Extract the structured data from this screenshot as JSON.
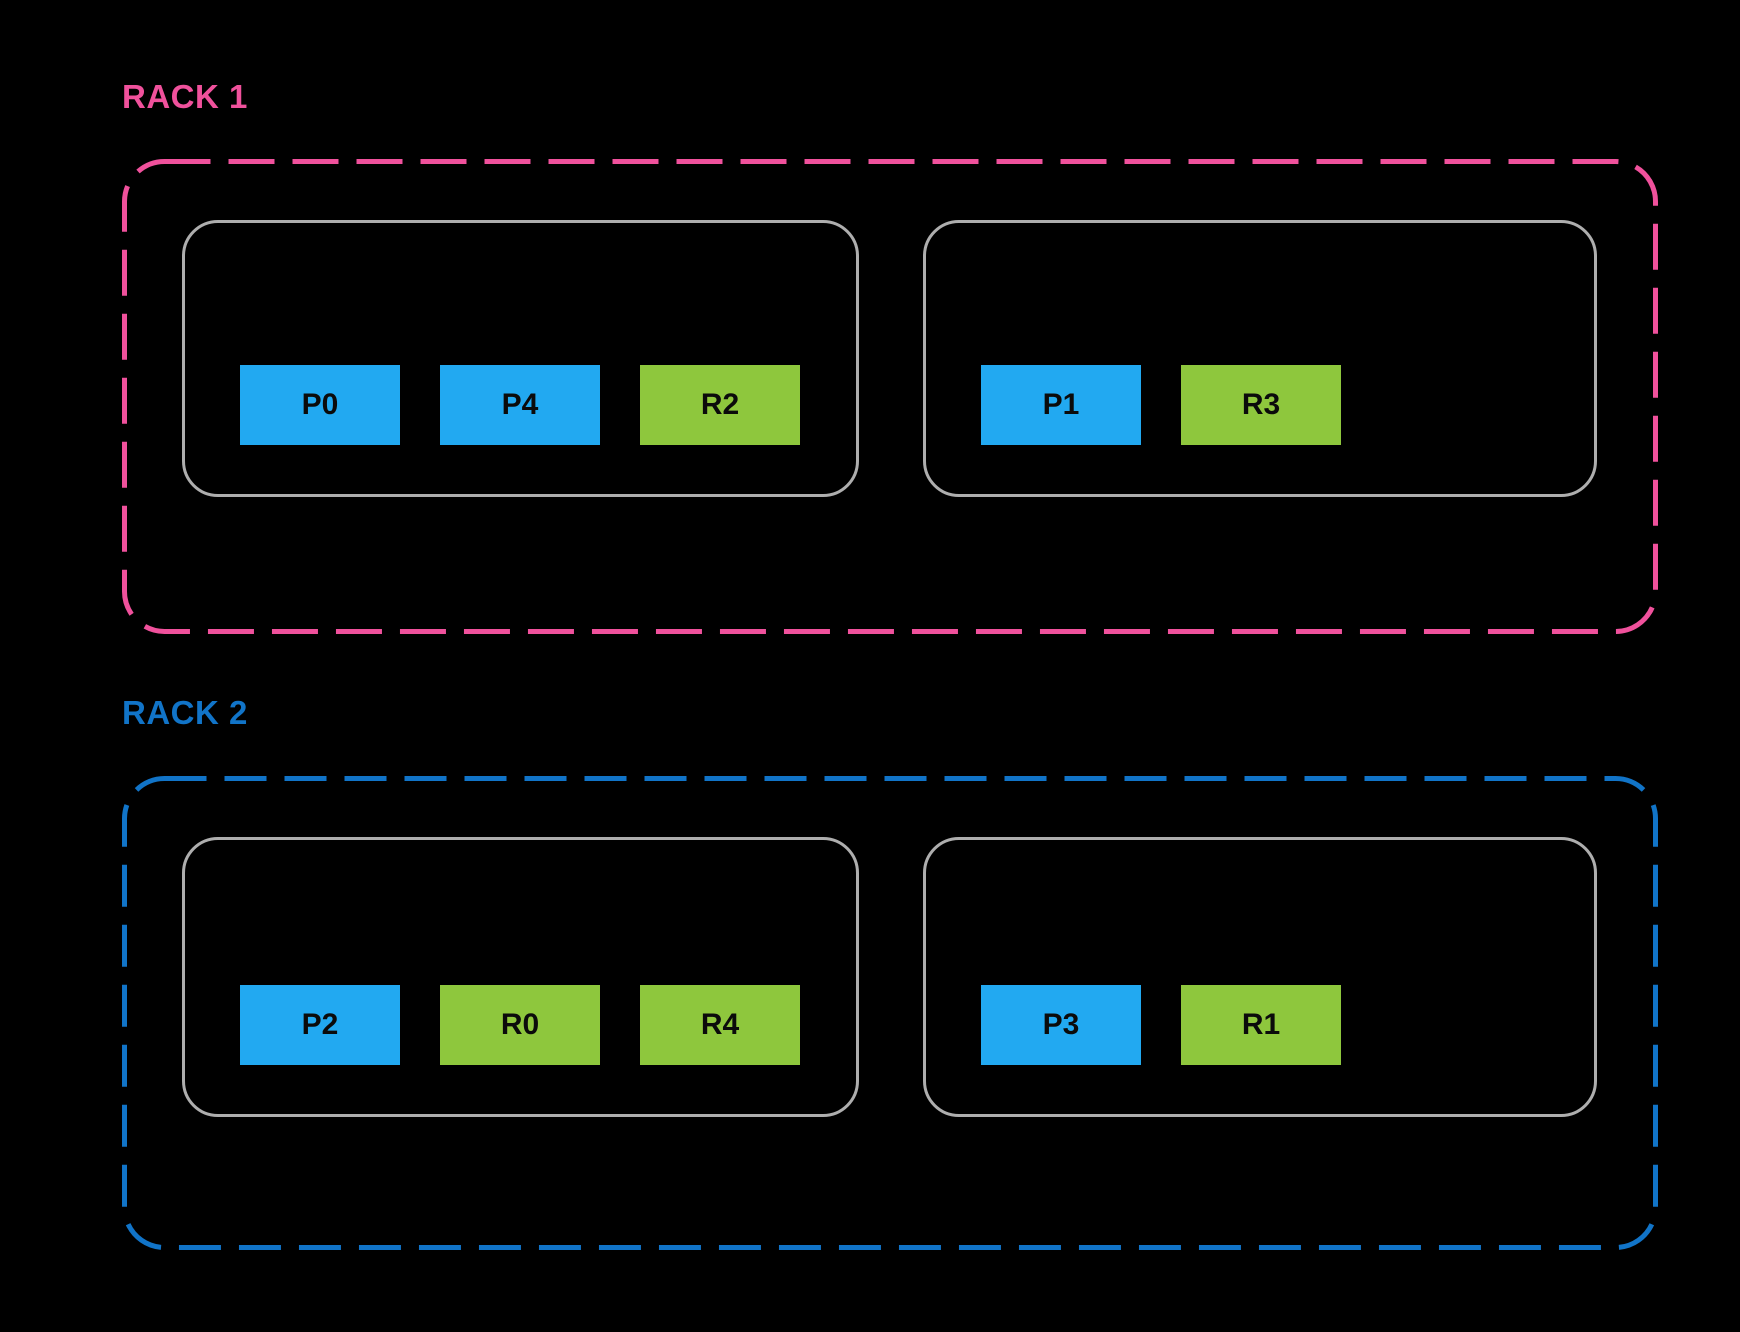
{
  "colors": {
    "background": "#000000",
    "rack1_accent": "#F0519C",
    "rack2_accent": "#1174C8",
    "host_border": "#AEAEAE",
    "chip_blue": "#22A9F1",
    "chip_green": "#8EC73D",
    "chip_text": "#0B0B0B"
  },
  "racks": [
    {
      "label": "RACK 1",
      "hosts": [
        {
          "chips": [
            {
              "label": "P0",
              "color": "blue"
            },
            {
              "label": "P4",
              "color": "blue"
            },
            {
              "label": "R2",
              "color": "green"
            }
          ]
        },
        {
          "chips": [
            {
              "label": "P1",
              "color": "blue"
            },
            {
              "label": "R3",
              "color": "green"
            }
          ]
        }
      ]
    },
    {
      "label": "RACK 2",
      "hosts": [
        {
          "chips": [
            {
              "label": "P2",
              "color": "blue"
            },
            {
              "label": "R0",
              "color": "green"
            },
            {
              "label": "R4",
              "color": "green"
            }
          ]
        },
        {
          "chips": [
            {
              "label": "P3",
              "color": "blue"
            },
            {
              "label": "R1",
              "color": "green"
            }
          ]
        }
      ]
    }
  ]
}
